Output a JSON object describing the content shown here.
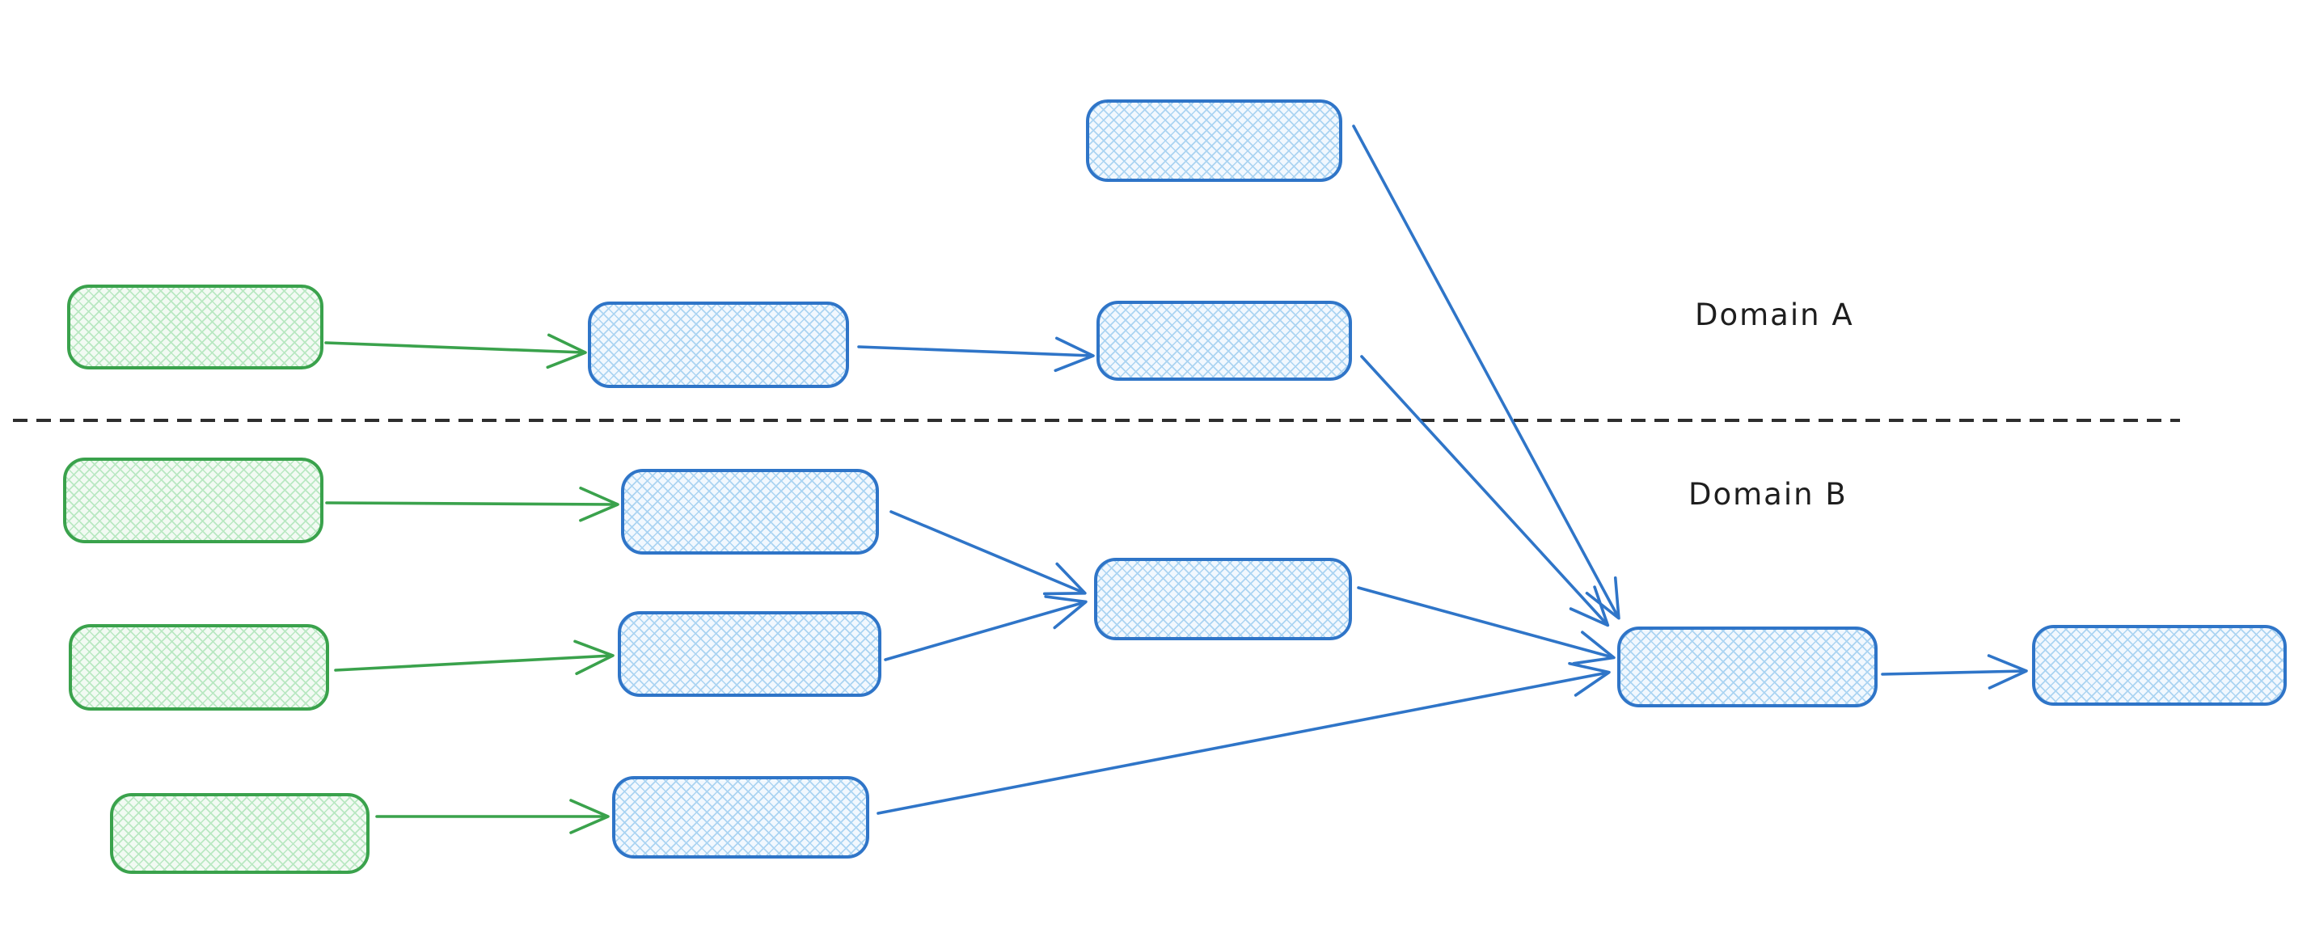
{
  "app": {
    "type": "whiteboard-diagram"
  },
  "labels": {
    "domain_a": "Domain A",
    "domain_b": "Domain B"
  },
  "colors": {
    "green_stroke": "#3aa24c",
    "green_hatch": "#b9e8c2",
    "blue_stroke": "#2f75c8",
    "blue_hatch": "#abd4f2",
    "divider": "#2e2e2e",
    "label_text": "#1e1e1e",
    "canvas_background": "#ffffff"
  },
  "graph": {
    "domains": [
      {
        "name": "Domain A",
        "nodes": [
          "node-a-top",
          "node-a-source",
          "node-a-stage-1",
          "node-a-stage-2"
        ]
      },
      {
        "name": "Domain B",
        "nodes": [
          "node-b-source-1",
          "node-b-stage-1",
          "node-b-source-2",
          "node-b-stage-2",
          "node-b-merge",
          "node-b-source-3",
          "node-b-stage-3",
          "node-aggregate",
          "node-output"
        ]
      }
    ],
    "nodes": [
      {
        "id": "node-a-top",
        "domain": "Domain A",
        "color": "blue",
        "label": ""
      },
      {
        "id": "node-a-source",
        "domain": "Domain A",
        "color": "green",
        "label": ""
      },
      {
        "id": "node-a-stage-1",
        "domain": "Domain A",
        "color": "blue",
        "label": ""
      },
      {
        "id": "node-a-stage-2",
        "domain": "Domain A",
        "color": "blue",
        "label": ""
      },
      {
        "id": "node-b-source-1",
        "domain": "Domain B",
        "color": "green",
        "label": ""
      },
      {
        "id": "node-b-stage-1",
        "domain": "Domain B",
        "color": "blue",
        "label": ""
      },
      {
        "id": "node-b-source-2",
        "domain": "Domain B",
        "color": "green",
        "label": ""
      },
      {
        "id": "node-b-stage-2",
        "domain": "Domain B",
        "color": "blue",
        "label": ""
      },
      {
        "id": "node-b-merge",
        "domain": "Domain B",
        "color": "blue",
        "label": ""
      },
      {
        "id": "node-b-source-3",
        "domain": "Domain B",
        "color": "green",
        "label": ""
      },
      {
        "id": "node-b-stage-3",
        "domain": "Domain B",
        "color": "blue",
        "label": ""
      },
      {
        "id": "node-aggregate",
        "domain": "Domain B",
        "color": "blue",
        "label": ""
      },
      {
        "id": "node-output",
        "domain": "Domain B",
        "color": "blue",
        "label": ""
      }
    ],
    "edges": [
      {
        "from": "node-a-source",
        "to": "node-a-stage-1",
        "color": "green"
      },
      {
        "from": "node-a-stage-1",
        "to": "node-a-stage-2",
        "color": "blue"
      },
      {
        "from": "node-a-top",
        "to": "node-aggregate",
        "color": "blue"
      },
      {
        "from": "node-a-stage-2",
        "to": "node-aggregate",
        "color": "blue"
      },
      {
        "from": "node-b-source-1",
        "to": "node-b-stage-1",
        "color": "green"
      },
      {
        "from": "node-b-source-2",
        "to": "node-b-stage-2",
        "color": "green"
      },
      {
        "from": "node-b-source-3",
        "to": "node-b-stage-3",
        "color": "green"
      },
      {
        "from": "node-b-stage-1",
        "to": "node-b-merge",
        "color": "blue"
      },
      {
        "from": "node-b-stage-2",
        "to": "node-b-merge",
        "color": "blue"
      },
      {
        "from": "node-b-merge",
        "to": "node-aggregate",
        "color": "blue"
      },
      {
        "from": "node-b-stage-3",
        "to": "node-aggregate",
        "color": "blue"
      },
      {
        "from": "node-aggregate",
        "to": "node-output",
        "color": "blue"
      }
    ]
  }
}
